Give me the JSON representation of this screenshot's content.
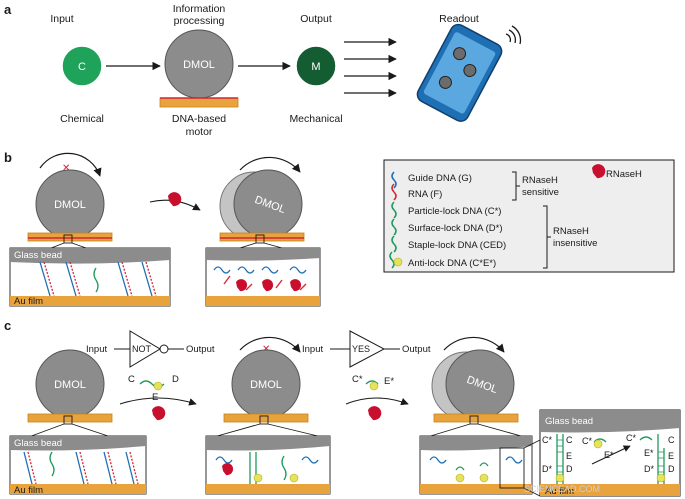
{
  "panel_a": {
    "letter": "a",
    "input_title": "Input",
    "input_symbol": "C",
    "input_caption": "Chemical",
    "processing_title_1": "Information",
    "processing_title_2": "processing",
    "processing_symbol": "DMOL",
    "processing_caption_1": "DNA-based",
    "processing_caption_2": "motor",
    "output_title": "Output",
    "output_symbol": "M",
    "output_caption": "Mechanical",
    "readout_title": "Readout",
    "colors": {
      "input": "#1fa35a",
      "processing": "#8c8c8c",
      "output": "#145c32",
      "substrate": "#e8a33d",
      "phone": "#3b8ec9"
    }
  },
  "panel_b": {
    "letter": "b",
    "particle_left": "DMOL",
    "particle_right": "DMOL",
    "glass_bead": "Glass bead",
    "au_film": "Au film",
    "legend": {
      "items": [
        "Guide DNA (G)",
        "RNA (F)",
        "Particle-lock DNA (C*)",
        "Surface-lock DNA (D*)",
        "Staple-lock DNA (CED)",
        "Anti-lock DNA (C*E*)"
      ],
      "rnaseh_label": "RNaseH",
      "group_sensitive_1": "RNaseH",
      "group_sensitive_2": "sensitive",
      "group_insensitive_1": "RNaseH",
      "group_insensitive_2": "insensitive",
      "colors": {
        "guide": "#1f6fb5",
        "rna": "#d4253a",
        "particle_lock": "#1f9a5c",
        "surface_lock": "#1f9a5c",
        "staple": "#1f9a5c",
        "anti": "#1f9a5c",
        "rnaseh": "#c8102e",
        "star": "#e6e35a"
      }
    }
  },
  "panel_c": {
    "letter": "c",
    "particle_1": "DMOL",
    "particle_2": "DMOL",
    "particle_3": "DMOL",
    "glass_bead": "Glass bead",
    "au_film": "Au film",
    "not_gate": {
      "input": "Input",
      "gate": "NOT",
      "output": "Output"
    },
    "yes_gate": {
      "input": "Input",
      "gate": "YES",
      "output": "Output"
    },
    "strand_cd": {
      "c": "C",
      "d": "D",
      "e": "E"
    },
    "strand_ce": {
      "c": "C*",
      "e": "E*"
    },
    "inset": {
      "title": "Glass bead",
      "bottom": "Au film",
      "left_c": "C*",
      "left_d": "D*",
      "mid_c": "C",
      "mid_e": "E",
      "mid_d": "D",
      "strand_c": "C*",
      "strand_e": "E*",
      "right_c_top": "C*",
      "right_c": "C",
      "right_e": "E",
      "right_e_star": "E*",
      "right_d": "D",
      "right_d_star": "D*"
    }
  },
  "watermark": "SCIENCEAD.COM"
}
